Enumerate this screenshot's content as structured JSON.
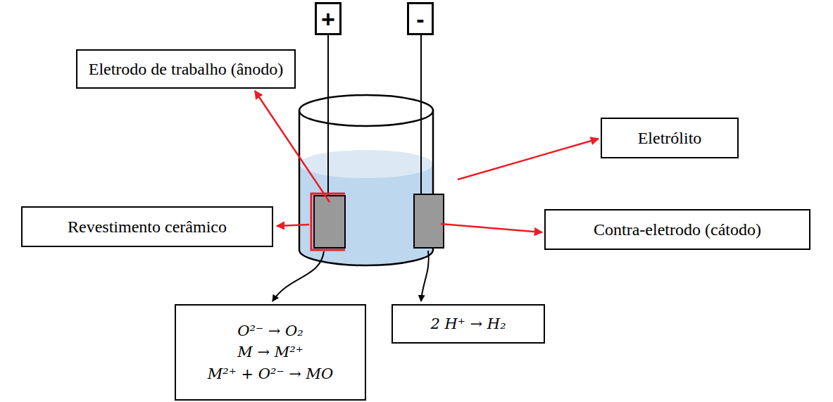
{
  "diagram": {
    "nodes": [
      {
        "text": [
          "+"
        ]
      },
      {
        "text": [
          "-"
        ]
      },
      {
        "text": [
          "Eletrodo de trabalho (ânodo)"
        ]
      },
      {
        "text": [
          "Eletrólito"
        ]
      },
      {
        "text": [
          "Revestimento cerâmico"
        ]
      },
      {
        "text": [
          "Contra-eletrodo (cátodo)"
        ]
      },
      {
        "text": [
          "O²⁻ → O₂",
          "M → M²⁺",
          "M²⁺ + O²⁻ → MO"
        ]
      },
      {
        "text": [
          "2 H⁺ → H₂"
        ]
      }
    ]
  }
}
